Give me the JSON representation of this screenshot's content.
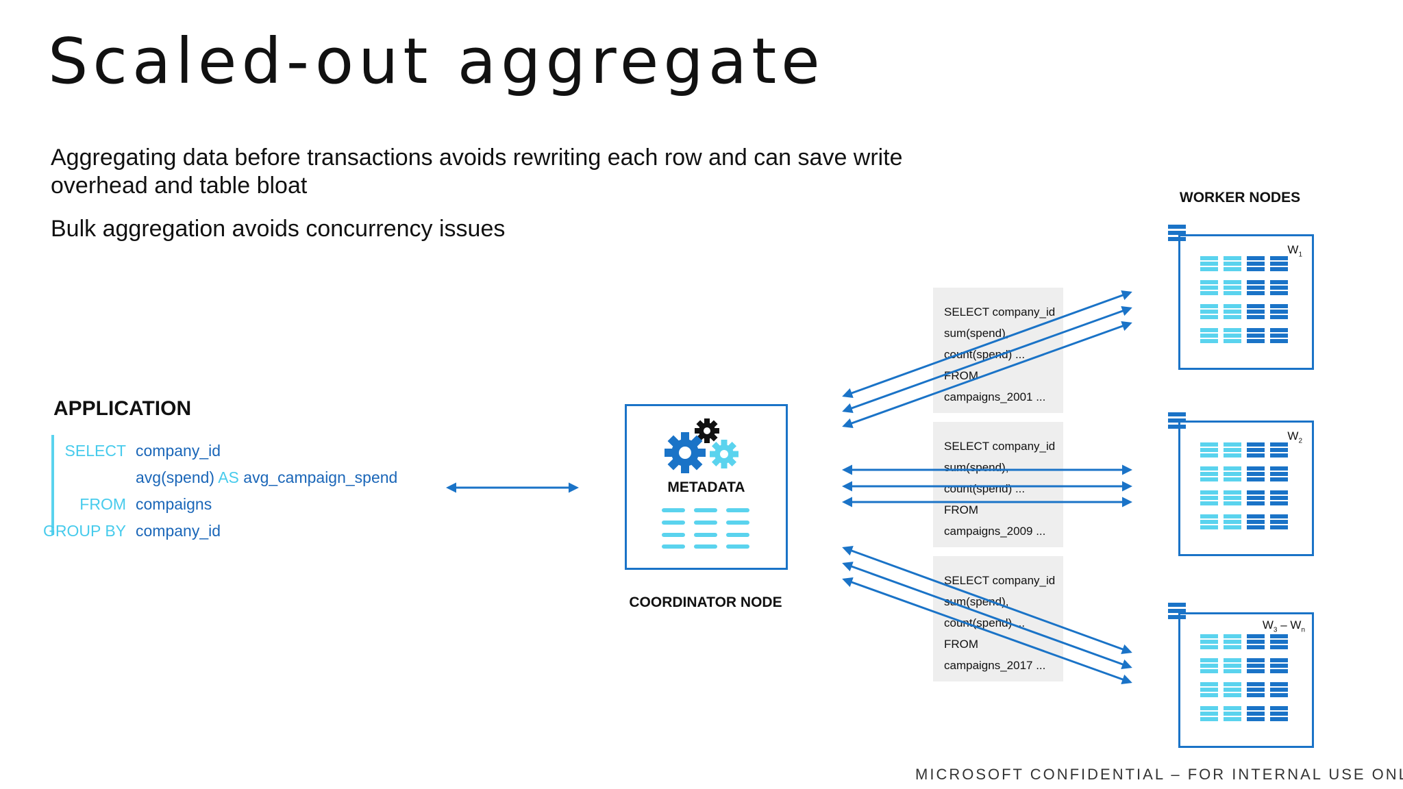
{
  "slide": {
    "title": "Scaled-out aggregate",
    "bullets": [
      "Aggregating data before transactions avoids rewriting each row and can save write overhead and table bloat",
      "Bulk aggregation avoids concurrency issues"
    ],
    "footer": "MICROSOFT CONFIDENTIAL – FOR INTERNAL USE ONLY"
  },
  "application": {
    "label": "APPLICATION",
    "query": [
      {
        "keyword": "SELECT",
        "value": "company_id"
      },
      {
        "keyword": "",
        "value_before": "avg(spend)",
        "inline_keyword": "AS",
        "value_after": "avg_campaign_spend"
      },
      {
        "keyword": "FROM",
        "value": "compaigns"
      },
      {
        "keyword": "GROUP BY",
        "value": "company_id"
      }
    ]
  },
  "coordinator": {
    "label": "COORDINATOR NODE",
    "metadata_label": "METADATA"
  },
  "queries": [
    {
      "lines": [
        "SELECT company_id",
        "sum(spend),",
        "count(spend) ...",
        "FROM",
        "campaigns_2001 ..."
      ]
    },
    {
      "lines": [
        "SELECT company_id",
        "sum(spend),",
        "count(spend) ...",
        "FROM",
        "campaigns_2009 ..."
      ]
    },
    {
      "lines": [
        "SELECT company_id",
        "sum(spend),",
        "count(spend) ...",
        "FROM",
        "campaigns_2017 ..."
      ]
    }
  ],
  "workers": {
    "label": "WORKER NODES",
    "nodes": [
      {
        "name": "W",
        "sub": "1"
      },
      {
        "name": "W",
        "sub": "2"
      },
      {
        "name": "W",
        "sub": "3",
        "name2": "W",
        "sub2": "n"
      }
    ]
  },
  "colors": {
    "primary_blue": "#1a73c7",
    "light_cyan": "#5ad3ee",
    "gear_black": "#111111",
    "query_bg": "#eeeeee"
  }
}
